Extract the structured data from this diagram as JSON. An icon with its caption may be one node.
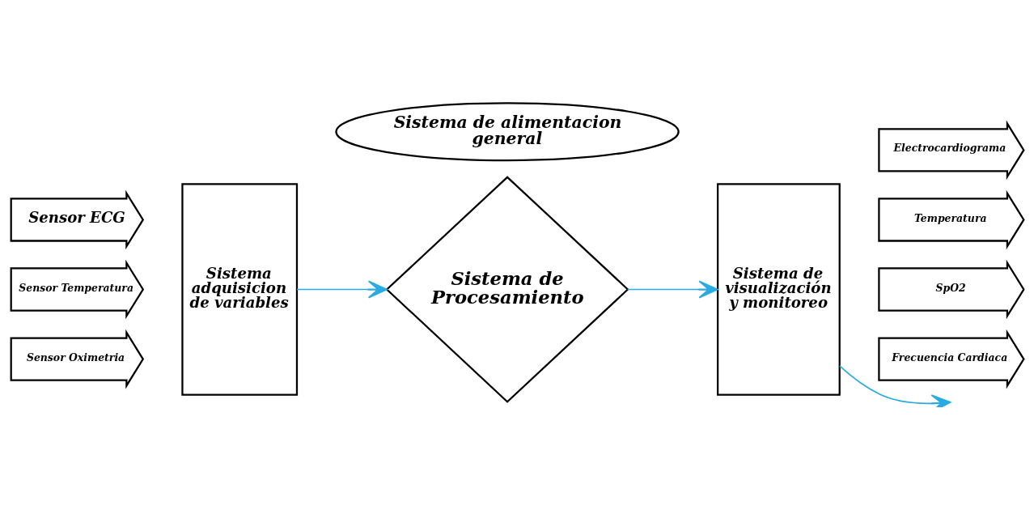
{
  "diagram": {
    "nodes": [
      {
        "text": [
          "Sistema de alimentacion general"
        ]
      },
      {
        "text": [
          "Sensor ECG"
        ]
      },
      {
        "text": [
          "Sensor Temperatura"
        ]
      },
      {
        "text": [
          "Sensor Oximetria"
        ]
      },
      {
        "text": [
          "Sistema adquisicion de variables"
        ]
      },
      {
        "text": [
          "Sistema de Procesamiento"
        ]
      },
      {
        "text": [
          "Sistema de visualización y monitoreo"
        ]
      },
      {
        "text": [
          "Electrocardiograma"
        ]
      },
      {
        "text": [
          "Temperatura"
        ]
      },
      {
        "text": [
          "SpO2"
        ]
      },
      {
        "text": [
          "Frecuencia Cardiaca"
        ]
      }
    ],
    "edges": [
      {
        "from": 4,
        "to": 5,
        "arrow": "to",
        "color": "#29abe2"
      },
      {
        "from": 5,
        "to": 6,
        "arrow": "to",
        "color": "#29abe2"
      },
      {
        "from": 6,
        "to": null,
        "arrow": "to",
        "color": "#29abe2"
      }
    ]
  }
}
